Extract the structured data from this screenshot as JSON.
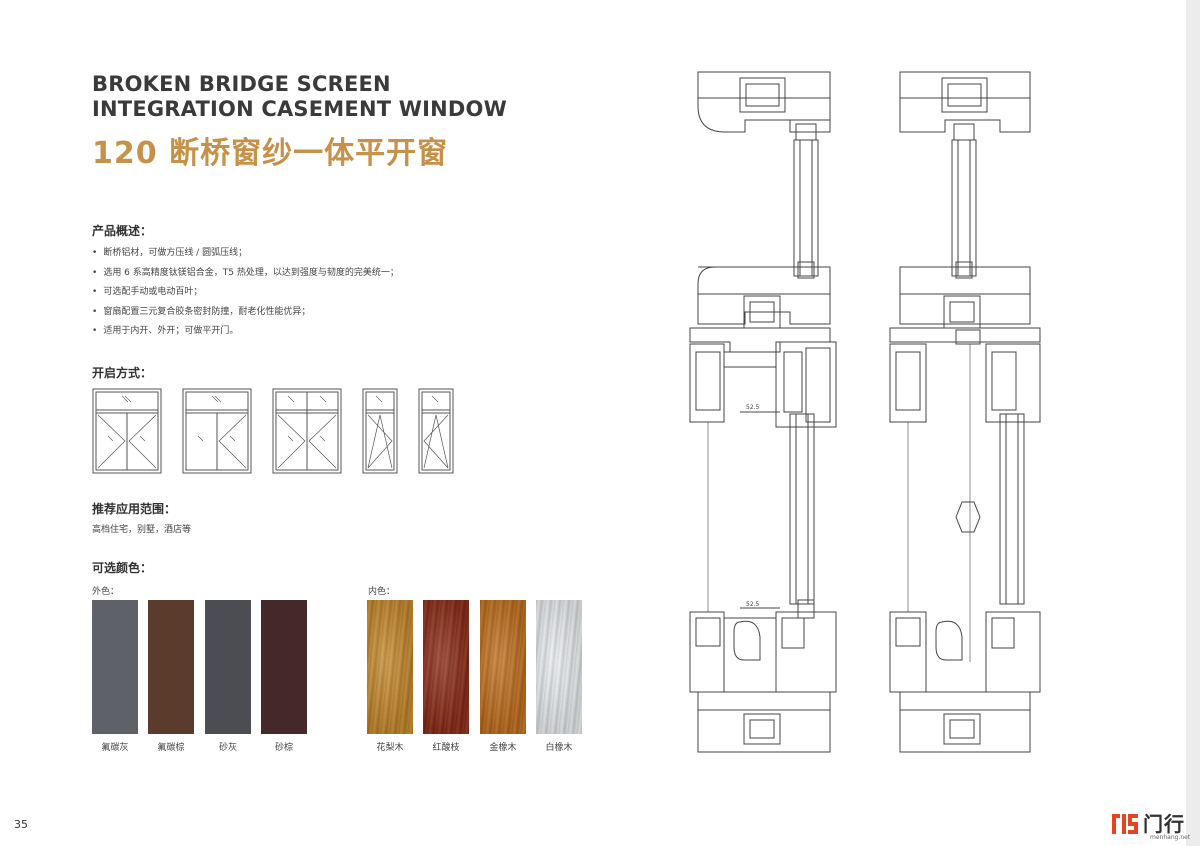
{
  "title": {
    "en_line1": "BROKEN BRIDGE SCREEN",
    "en_line2": "INTEGRATION CASEMENT WINDOW",
    "cn": "120 断桥窗纱一体平开窗"
  },
  "overview": {
    "heading": "产品概述：",
    "items": [
      "断桥铝材，可做方压线 / 圆弧压线；",
      "选用 6 系高精度钛镁铝合金，T5 热处理，以达到强度与韧度的完美统一；",
      "可选配手动或电动百叶；",
      "窗扇配置三元复合胶条密封防撞，耐老化性能优异；",
      "适用于内开、外开；可做平开门。"
    ]
  },
  "opening": {
    "heading": "开启方式："
  },
  "scope": {
    "heading": "推荐应用范围：",
    "text": "高档住宅，别墅，酒店等"
  },
  "colors": {
    "heading": "可选颜色：",
    "outer_label": "外色：",
    "inner_label": "内色：",
    "outer": [
      {
        "name": "氟碳灰",
        "color": "#5f6168"
      },
      {
        "name": "氟碳棕",
        "color": "#5a3b2c"
      },
      {
        "name": "砂灰",
        "color": "#4c4d52"
      },
      {
        "name": "砂棕",
        "color": "#45292a"
      }
    ],
    "inner": [
      {
        "name": "花梨木",
        "color": "#c98a2a"
      },
      {
        "name": "红酸枝",
        "color": "#8e2a14"
      },
      {
        "name": "金橡木",
        "color": "#c4701c"
      },
      {
        "name": "白橡木",
        "color": "#eef1f4"
      }
    ]
  },
  "drawing": {
    "dim_label_1": "52.5",
    "dim_label_2": "52.5"
  },
  "page_number": "35",
  "logo": {
    "cn": "门行",
    "en": "menhang.net",
    "color": "#e8421e"
  }
}
